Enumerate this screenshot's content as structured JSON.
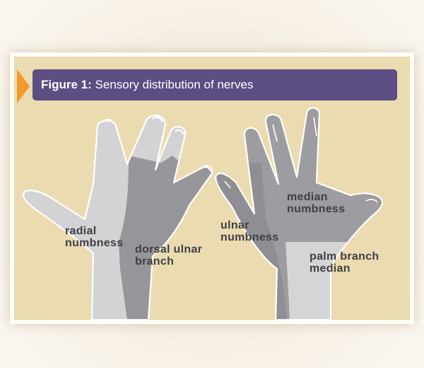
{
  "figure": {
    "label": "Figure 1:",
    "title": "Sensory distribution of nerves"
  },
  "labels": {
    "radial_line1": "radial",
    "radial_line2": "numbness",
    "dorsal_line1": "dorsal ulnar",
    "dorsal_line2": "branch",
    "ulnar_line1": "ulnar",
    "ulnar_line2": "numbness",
    "median_line1": "median",
    "median_line2": "numbness",
    "palm_line1": "palm branch",
    "palm_line2": "median"
  },
  "colors": {
    "panel": "#ebdbb0",
    "banner": "#5c4d82",
    "accent_arrow": "#f29a2b",
    "radial_zone": "#d3d3d6",
    "ulnar_dorsal_zone": "#96969a",
    "median_zone": "#9d9da1",
    "palm_branch_zone": "#d5d5d8",
    "outline": "#ffffff",
    "label_text": "#3f3f43"
  }
}
